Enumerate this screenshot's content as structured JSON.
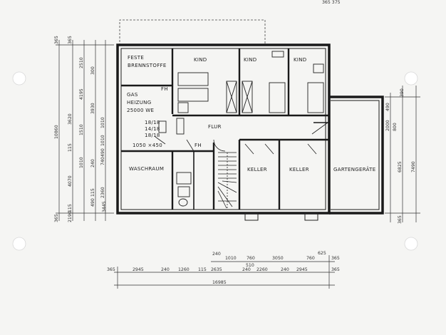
{
  "header_fragment": "365  375",
  "rooms": {
    "feste_brennstoffe_1": "FESTE",
    "feste_brennstoffe_2": "BRENNSTOFFE",
    "fh_1": "FH",
    "gasheizung_1": "GAS",
    "gasheizung_2": "HEIZUNG",
    "gasheizung_3": "25000 WE",
    "kind_1": "KIND",
    "kind_2": "KIND",
    "kind_3": "KIND",
    "flur": "FLUR",
    "vent_1": "18/18",
    "vent_2": "14/18",
    "vent_3": "18/18",
    "window_note": "1050 ×450",
    "fh_2": "FH",
    "waschraum": "WASCHRAUM",
    "keller_1": "KELLER",
    "keller_2": "KELLER",
    "gartengeraete": "GARTENGERÄTE"
  },
  "dims_left_outer": [
    "365",
    "10860",
    "365"
  ],
  "dims_left_1": [
    "365",
    "3620",
    "115",
    "4070",
    "115",
    "2190",
    "365"
  ],
  "dims_left_2": [
    "2510",
    "4195",
    "1510",
    "1010",
    "115",
    "3445"
  ],
  "dims_left_3": [
    "300",
    "3930",
    "240",
    "490",
    "1010",
    "1010",
    "490",
    "740",
    "2360"
  ],
  "dims_right": [
    "390",
    "490",
    "2000",
    "800",
    "6825",
    "7490",
    "365"
  ],
  "dims_bottom_row1": [
    "240",
    "1010",
    "760",
    "3050",
    "760",
    "625",
    "510",
    "365"
  ],
  "dims_bottom_row2": [
    "365",
    "2945",
    "240",
    "1260",
    "115",
    "2635",
    "240",
    "2260",
    "240",
    "2945",
    "365"
  ],
  "dims_bottom_total": "16985"
}
